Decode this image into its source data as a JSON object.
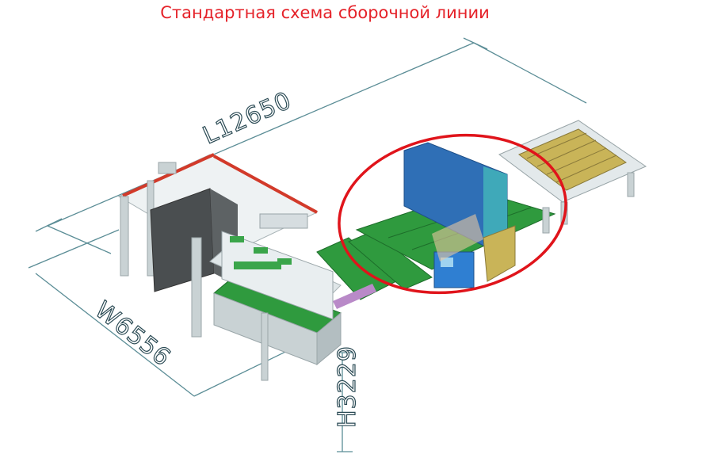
{
  "title": "Стандартная схема сборочной линии",
  "dimensions": {
    "length": "L12650",
    "width": "W6556",
    "height": "H3229"
  },
  "colors": {
    "title": "#e52229",
    "highlight_ellipse": "#e0141b",
    "conveyor_green": "#2f9a3e",
    "frame_grey": "#c9d2d4",
    "panel_blue": "#2f6fb6",
    "dimension_line": "#5b8d96",
    "dark_box": "#4a4e50",
    "purple_rail": "#b98ac8",
    "red_rail": "#d23a2a"
  }
}
